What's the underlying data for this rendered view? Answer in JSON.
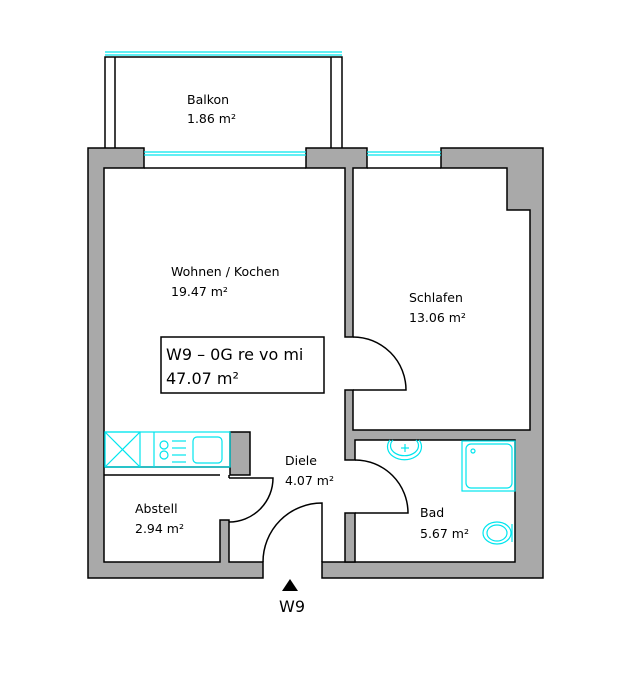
{
  "plan": {
    "unit_label": "W9 – 0G re vo mi",
    "unit_area": "47.07 m²",
    "entrance_label": "W9",
    "rooms": [
      {
        "name": "Balkon",
        "area": "1.86 m²"
      },
      {
        "name": "Wohnen / Kochen",
        "area": "19.47 m²"
      },
      {
        "name": "Schlafen",
        "area": "13.06 m²"
      },
      {
        "name": "Diele",
        "area": "4.07 m²"
      },
      {
        "name": "Abstell",
        "area": "2.94 m²"
      },
      {
        "name": "Bad",
        "area": "5.67 m²"
      }
    ]
  },
  "colors": {
    "wall": "#a9a9a9",
    "fixture": "#00e5ee",
    "line": "#000000"
  }
}
